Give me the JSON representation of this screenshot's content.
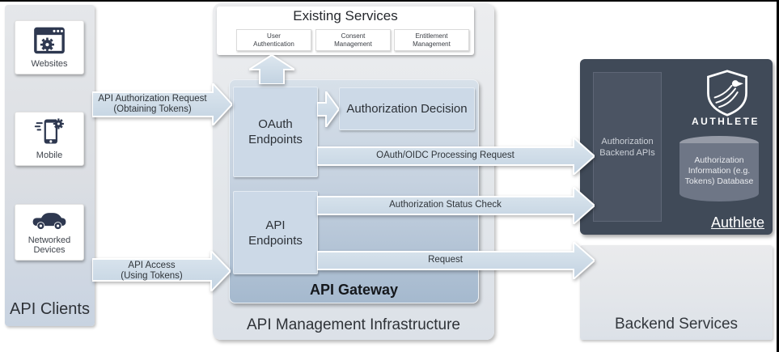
{
  "colors": {
    "arrow_fill_top": "#dde7ef",
    "arrow_fill_bottom": "#c2d2e1",
    "gateway_top": "#d7e0e9",
    "gateway_bottom": "#a5b9ce",
    "endpoint_box": "#ccd9e7",
    "authlete_bg": "#404a58",
    "authlete_inner": "#4b5463",
    "panel_gray": "#e2e6ea",
    "icon_dark": "#2e3850"
  },
  "icons": {
    "websites": "browser-gear-icon",
    "mobile": "smartphone-gear-icon",
    "networked_devices": "car-icon",
    "authlete_logo": "shield-eagle-logo",
    "database": "database-cylinder-icon"
  },
  "left_panel": {
    "label": "API Clients",
    "cards": [
      {
        "label": "Websites"
      },
      {
        "label": "Mobile"
      },
      {
        "label": "Networked Devices"
      }
    ]
  },
  "arrows": {
    "auth_request": {
      "line1": "API Authorization Request",
      "line2": "(Obtaining Tokens)"
    },
    "api_access": {
      "line1": "API Access",
      "line2": "(Using Tokens)"
    },
    "oauth_processing": {
      "label": "OAuth/OIDC Processing Request"
    },
    "status_check": {
      "label": "Authorization Status Check"
    },
    "request": {
      "label": "Request"
    }
  },
  "mid_panel": {
    "label": "API Management Infrastructure",
    "existing_services": {
      "title": "Existing Services",
      "items": [
        {
          "line1": "User",
          "line2": "Authentication"
        },
        {
          "line1": "Consent",
          "line2": "Management"
        },
        {
          "line1": "Entitlement",
          "line2": "Management"
        }
      ]
    },
    "api_gateway": {
      "label": "API Gateway",
      "oauth_endpoints": {
        "line1": "OAuth",
        "line2": "Endpoints"
      },
      "api_endpoints": {
        "line1": "API",
        "line2": "Endpoints"
      },
      "authorization_decision": "Authorization Decision"
    }
  },
  "authlete": {
    "backend_apis": "Authorization Backend APIs",
    "brand": "AUTHLETE",
    "database_label": "Authorization Information (e.g. Tokens) Database",
    "footer": "Authlete"
  },
  "backend_services": {
    "label": "Backend Services"
  }
}
